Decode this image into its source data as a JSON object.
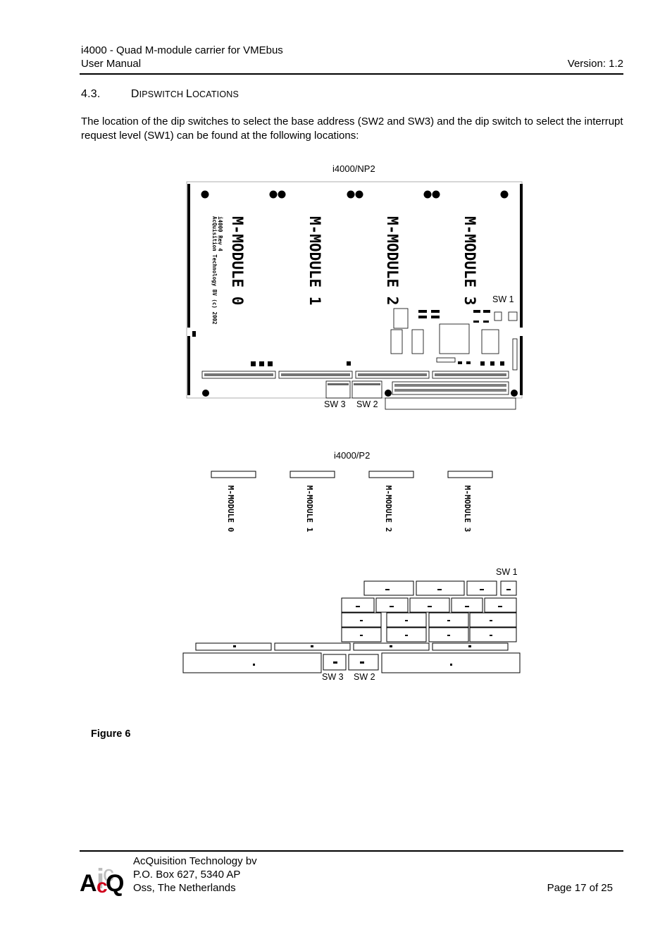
{
  "header": {
    "title_line1": "i4000 - Quad M-module carrier for VMEbus",
    "title_line2": "User Manual",
    "version": "Version: 1.2"
  },
  "section": {
    "number": "4.3.",
    "title_first": "D",
    "title_rest1": "IPSWITCH ",
    "title_second": "L",
    "title_rest2": "OCATIONS"
  },
  "body": {
    "paragraph": "The location of the dip switches to select the base address (SW2 and SW3) and the dip switch to select the interrupt request level (SW1) can be found at the following locations:"
  },
  "figure_np2": {
    "caption": "i4000/NP2",
    "modules": [
      "M-MODULE 0",
      "M-MODULE 1",
      "M-MODULE 2",
      "M-MODULE 3"
    ],
    "silk_line1": "AcQuisition Technology BV (c) 2002",
    "silk_line2": "i4000 Rev 4",
    "sw1": "SW 1",
    "sw3": "SW 3",
    "sw2": "SW 2"
  },
  "figure_p2": {
    "caption": "i4000/P2",
    "modules": [
      "M-MODULE 0",
      "M-MODULE 1",
      "M-MODULE 2",
      "M-MODULE 3"
    ],
    "sw1": "SW 1",
    "sw3": "SW 3",
    "sw2": "SW 2"
  },
  "figure_label": "Figure 6",
  "footer": {
    "company": "AcQuisition Technology bv",
    "address": "P.O. Box 627, 5340 AP",
    "city": "Oss, The Netherlands",
    "page": "Page 17 of 25",
    "logo_text": "AcQ",
    "logo_colors": {
      "primary": "#000000",
      "accent": "#d0021b",
      "ghost": "#bdbdbd"
    }
  }
}
